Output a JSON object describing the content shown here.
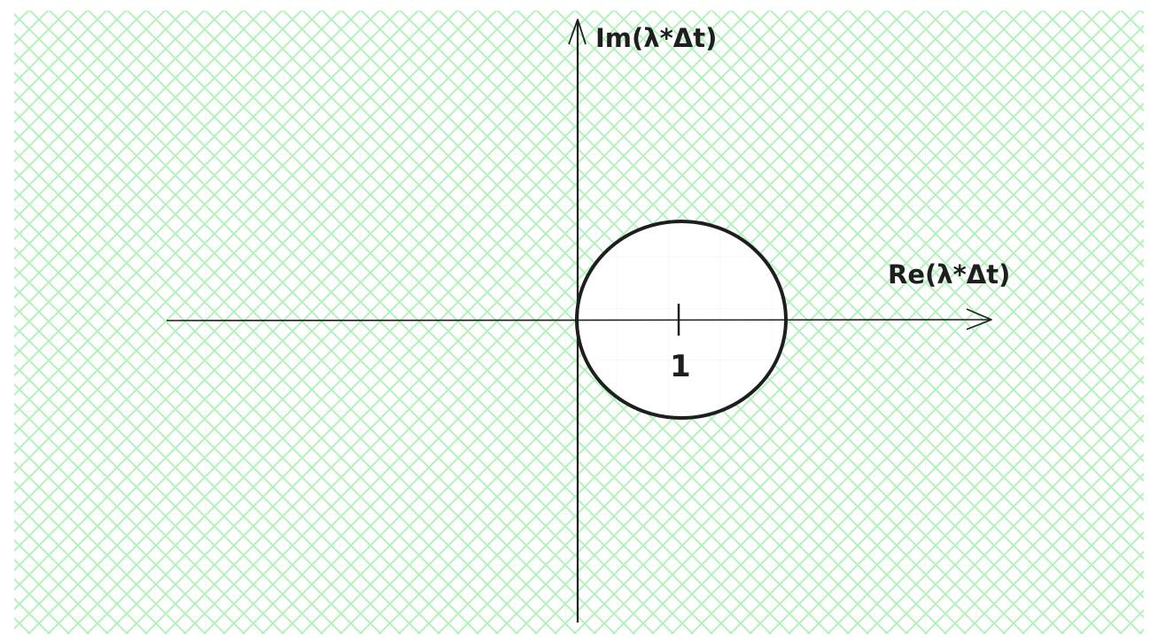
{
  "diagram": {
    "y_axis_label": "Im(λ*Δt)",
    "x_axis_label": "Re(λ*Δt)",
    "tick_label": "1",
    "colors": {
      "hatch": "#b2f2bb",
      "stroke": "#1e1e1e",
      "background": "#ffffff",
      "circle_fill": "#ffffff"
    }
  }
}
